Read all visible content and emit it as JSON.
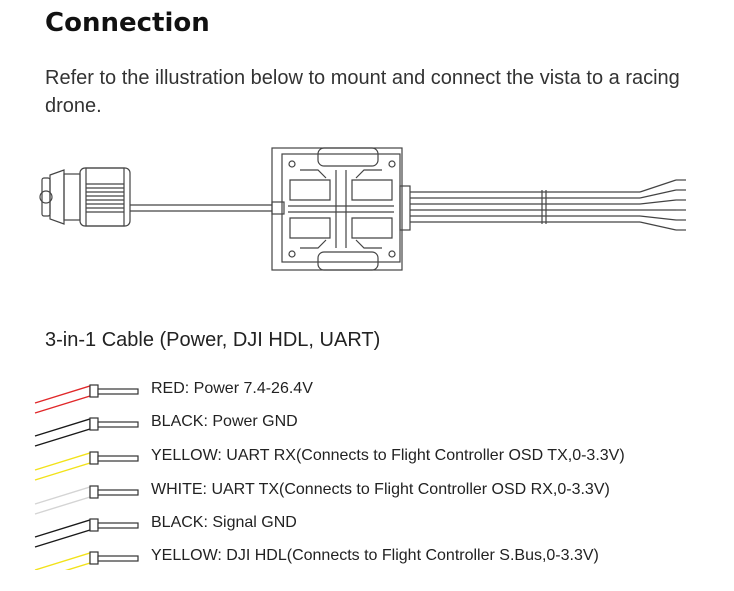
{
  "header": {
    "title": "Connection",
    "intro": "Refer to the illustration below to mount and connect the vista to a racing drone."
  },
  "diagram": {
    "device_name": "vista",
    "stroke_color": "#444444"
  },
  "cable": {
    "subtitle": "3-in-1 Cable (Power, DJI HDL, UART)",
    "wires": [
      {
        "color_label": "RED:",
        "description": " Power 7.4-26.4V",
        "hex": "#e0282a"
      },
      {
        "color_label": "BLACK:",
        "description": " Power GND",
        "hex": "#1a1a1a"
      },
      {
        "color_label": "YELLOW:",
        "description": " UART RX(Connects to Flight Controller OSD TX,0-3.3V)",
        "hex": "#f2e21a"
      },
      {
        "color_label": "WHITE:",
        "description": " UART TX(Connects to Flight Controller OSD RX,0-3.3V)",
        "hex": "#d4d4d4"
      },
      {
        "color_label": "BLACK:",
        "description": " Signal GND",
        "hex": "#1a1a1a"
      },
      {
        "color_label": "YELLOW:",
        "description": " DJI HDL(Connects to Flight Controller S.Bus,0-3.3V)",
        "hex": "#f2e21a"
      }
    ]
  }
}
